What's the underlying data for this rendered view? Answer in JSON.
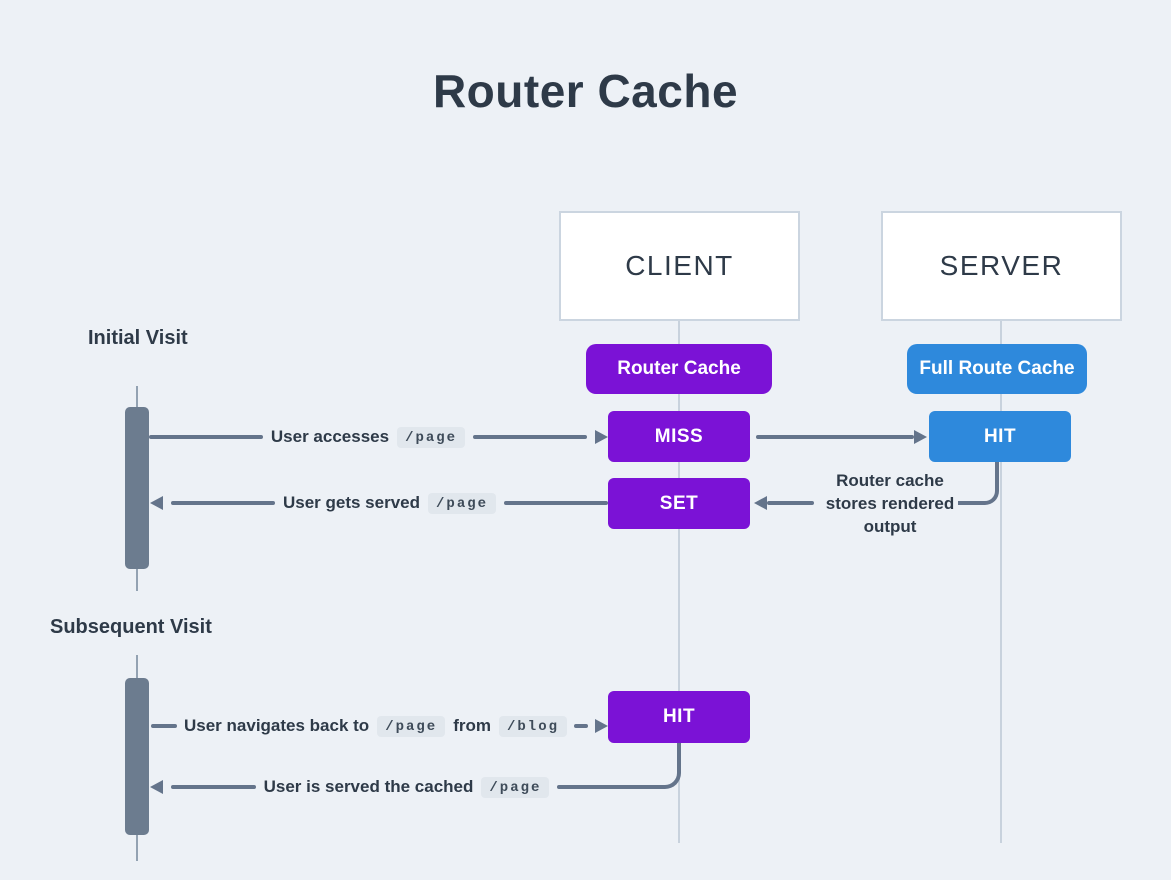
{
  "title": "Router Cache",
  "colors": {
    "bg": "#EDF1F6",
    "purple": "#7B12D6",
    "blue": "#2E89DC",
    "dark": "#2E3A48",
    "gray-line": "#64748B",
    "gray-bar": "#6C7C8F"
  },
  "columns": {
    "client": "CLIENT",
    "server": "SERVER"
  },
  "badges": {
    "client": "Router Cache",
    "server": "Full Route Cache"
  },
  "sections": {
    "initial": "Initial Visit",
    "subsequent": "Subsequent Visit"
  },
  "nodes": {
    "miss": "MISS",
    "set": "SET",
    "server_hit": "HIT",
    "client_hit": "HIT"
  },
  "messages": {
    "accesses": {
      "text": "User accesses",
      "code": "/page"
    },
    "served": {
      "text": "User gets served",
      "code": "/page"
    },
    "note": {
      "line1": "Router cache",
      "line2": "stores rendered",
      "line3": "output"
    },
    "navigates": {
      "text": "User navigates back to",
      "code1": "/page",
      "mid": "from",
      "code2": "/blog"
    },
    "cached": {
      "text": "User is served the cached",
      "code": "/page"
    }
  }
}
